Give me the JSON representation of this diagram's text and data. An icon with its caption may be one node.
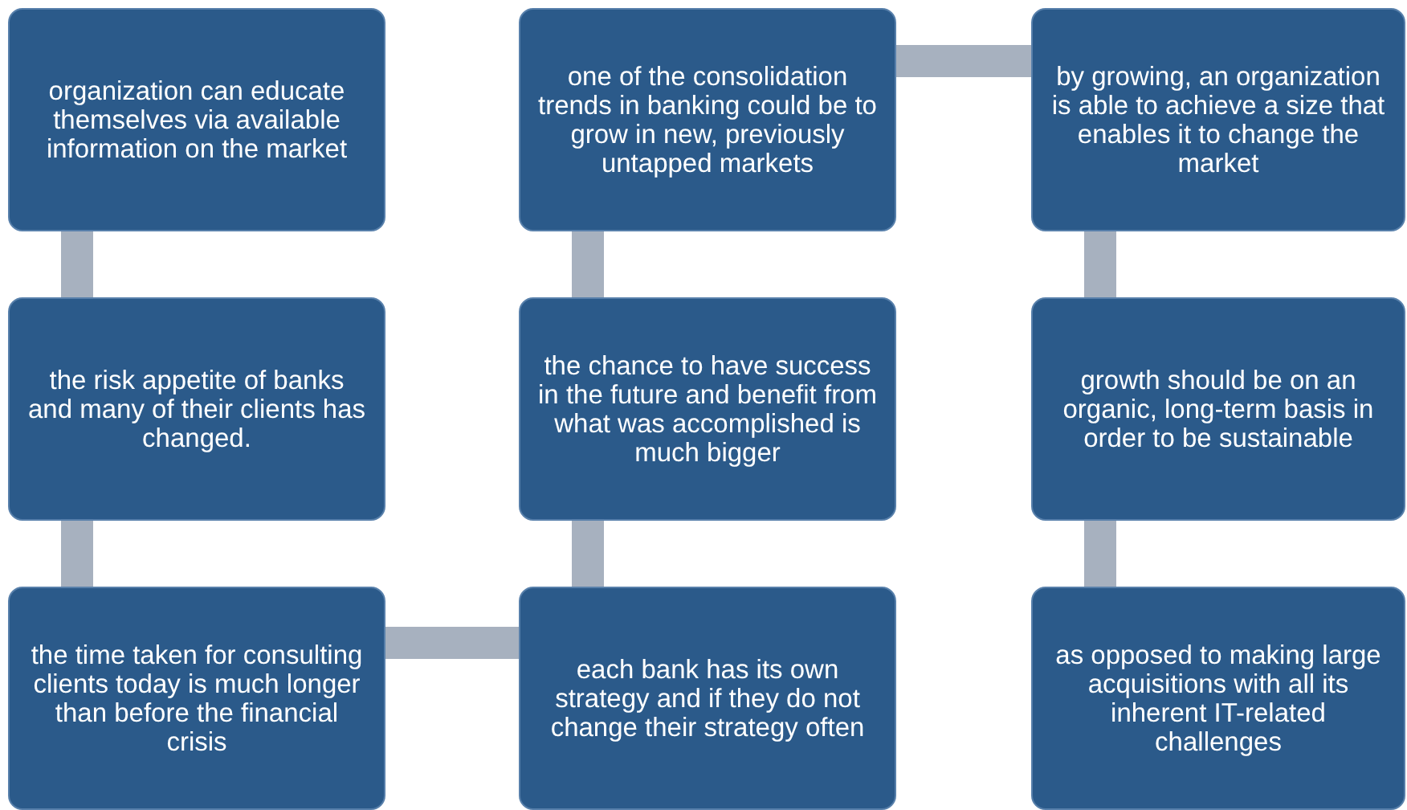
{
  "diagram": {
    "nodes": [
      {
        "text": [
          "organization can educate themselves via available information on the market"
        ]
      },
      {
        "text": [
          "one of the consolidation trends in banking could be to grow in new, previously untapped markets"
        ]
      },
      {
        "text": [
          "by growing, an organization is able to achieve a size that enables it to change the market"
        ]
      },
      {
        "text": [
          "the risk appetite of banks and many of their clients has changed."
        ]
      },
      {
        "text": [
          "the chance to have success in the future and benefit from what was accomplished is much bigger"
        ]
      },
      {
        "text": [
          "growth should be on an organic, long-term basis in order to be sustainable"
        ]
      },
      {
        "text": [
          "the time taken for consulting clients today is much longer than before the financial crisis"
        ]
      },
      {
        "text": [
          "each bank has its own strategy and if they do not change their strategy often"
        ]
      },
      {
        "text": [
          "as opposed to making large acquisitions with all its inherent IT-related challenges"
        ]
      }
    ],
    "edges": [
      {
        "from": 0,
        "to": 3,
        "arrow": "none"
      },
      {
        "from": 3,
        "to": 6,
        "arrow": "none"
      },
      {
        "from": 6,
        "to": 7,
        "arrow": "none"
      },
      {
        "from": 7,
        "to": 4,
        "arrow": "none"
      },
      {
        "from": 4,
        "to": 1,
        "arrow": "none"
      },
      {
        "from": 1,
        "to": 2,
        "arrow": "none"
      },
      {
        "from": 2,
        "to": 5,
        "arrow": "none"
      },
      {
        "from": 5,
        "to": 8,
        "arrow": "none"
      }
    ]
  }
}
